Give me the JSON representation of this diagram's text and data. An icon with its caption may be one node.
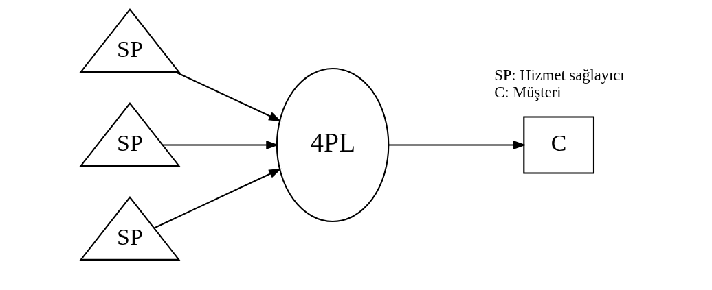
{
  "diagram": {
    "nodes": [
      {
        "text": [
          "SP"
        ]
      },
      {
        "text": [
          "SP"
        ]
      },
      {
        "text": [
          "SP"
        ]
      },
      {
        "text": [
          "4PL"
        ]
      },
      {
        "text": [
          "C"
        ]
      }
    ],
    "edges": [
      {
        "from": 0,
        "to": 3,
        "arrow": "to"
      },
      {
        "from": 1,
        "to": 3,
        "arrow": "to"
      },
      {
        "from": 2,
        "to": 3,
        "arrow": "to"
      },
      {
        "from": 3,
        "to": 4,
        "arrow": "to"
      }
    ],
    "labels": [
      "SP: Hizmet sağlayıcı",
      "C: Müşteri"
    ]
  }
}
